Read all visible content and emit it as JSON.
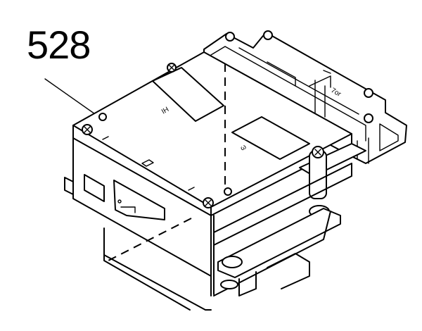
{
  "diagram": {
    "type": "technical-parts-illustration",
    "subject": "isometric assembly (module unit with screws, brackets and connector)",
    "callouts": [
      {
        "label": "528",
        "target": "screw on top-left corner of top cover"
      }
    ],
    "markings": {
      "left_label_mark": "IH",
      "right_label_mark": "ω"
    },
    "colors": {
      "line": "#000000",
      "background": "#ffffff"
    }
  }
}
